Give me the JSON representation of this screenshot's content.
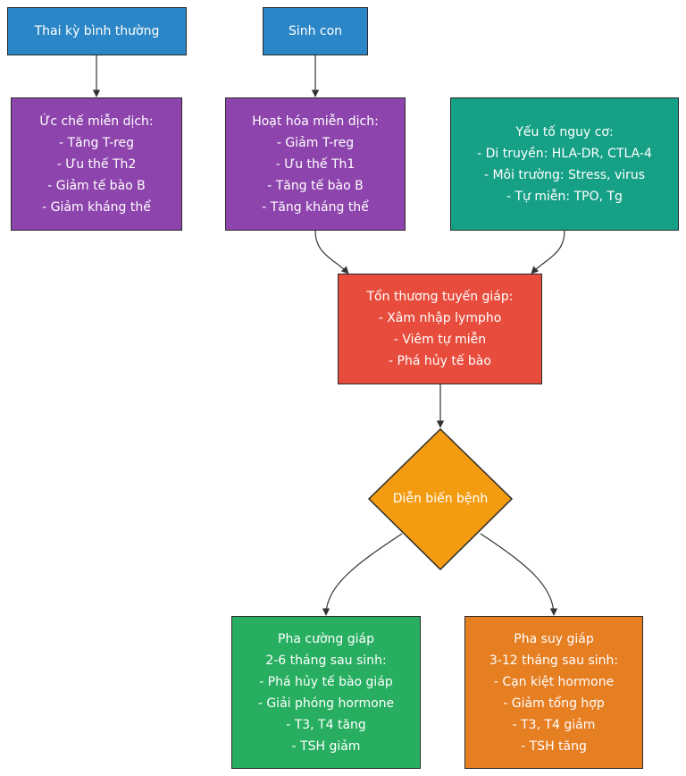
{
  "nodes": {
    "normal_pregnancy": {
      "title": "Thai kỳ bình thường",
      "color": "#2a86c7"
    },
    "birth": {
      "title": "Sinh con",
      "color": "#2a86c7"
    },
    "immune_suppression": {
      "title": "Ức chế miễn dịch:",
      "items": [
        "- Tăng T-reg",
        "- Ưu thế Th2",
        "- Giảm tế bào B",
        "- Giảm kháng thể"
      ],
      "color": "#8e44ad"
    },
    "immune_activation": {
      "title": "Hoạt hóa miễn dịch:",
      "items": [
        "- Giảm T-reg",
        "- Ưu thế Th1",
        "- Tăng tế bào B",
        "- Tăng kháng thể"
      ],
      "color": "#8e44ad"
    },
    "risk_factors": {
      "title": "Yếu tố nguy cơ:",
      "items": [
        "- Di truyền: HLA-DR, CTLA-4",
        "- Môi trường: Stress, virus",
        "- Tự miễn: TPO, Tg"
      ],
      "color": "#16a085"
    },
    "thyroid_damage": {
      "title": "Tổn thương tuyến giáp:",
      "items": [
        "- Xâm nhập lympho",
        "- Viêm tự miễn",
        "- Phá hủy tế bào"
      ],
      "color": "#e74c3c"
    },
    "disease_course": {
      "title": "Diễn biến bệnh",
      "color": "#f39c12"
    },
    "hyperthyroid_phase": {
      "title": "Pha cường giáp",
      "subtitle": "2-6 tháng sau sinh:",
      "items": [
        "- Phá hủy tế bào giáp",
        "- Giải phóng hormone",
        "- T3, T4 tăng",
        "- TSH giảm"
      ],
      "color": "#27ae60"
    },
    "hypothyroid_phase": {
      "title": "Pha suy giáp",
      "subtitle": "3-12 tháng sau sinh:",
      "items": [
        "- Cạn kiệt hormone",
        "- Giảm tổng hợp",
        "- T3, T4 giảm",
        "- TSH tăng"
      ],
      "color": "#e67e22"
    }
  }
}
